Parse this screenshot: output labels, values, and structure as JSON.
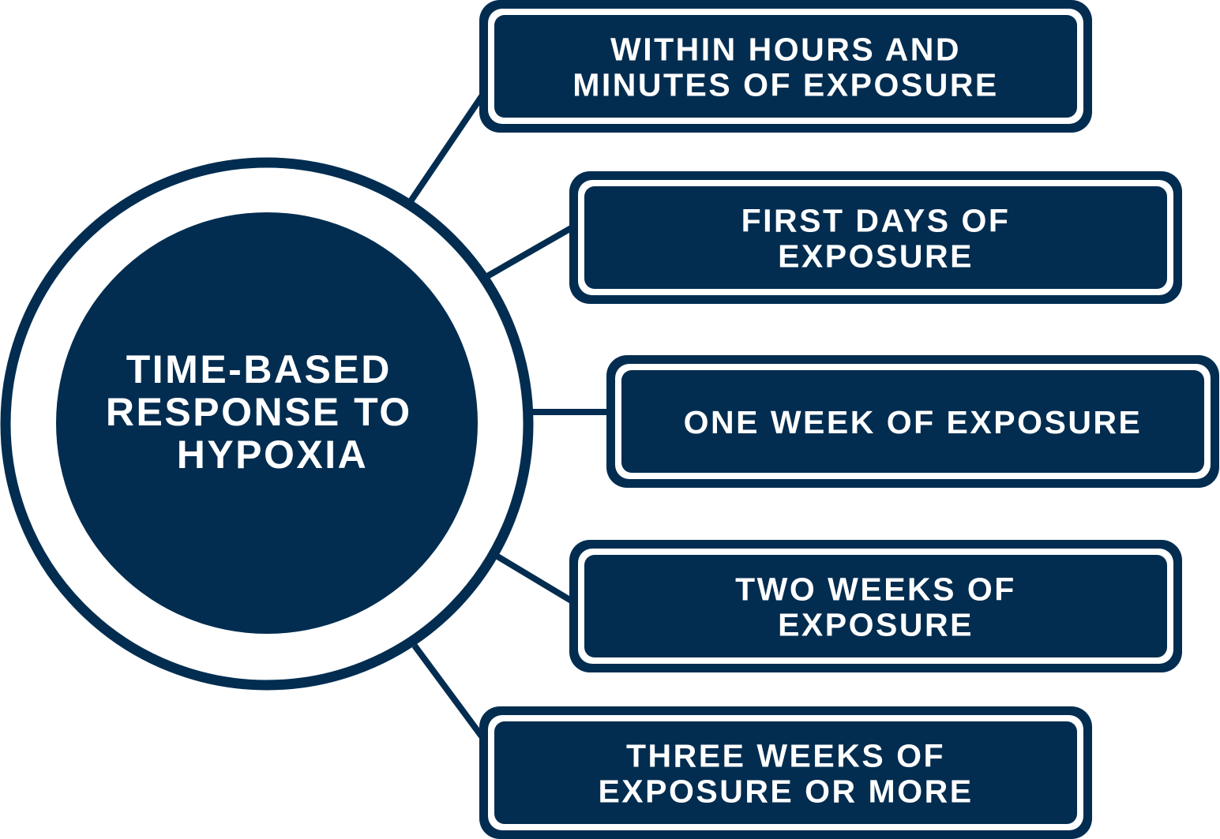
{
  "center": {
    "lines": [
      "TIME-BASED",
      "RESPONSE TO",
      "HYPOXIA"
    ]
  },
  "stages": [
    {
      "lines": [
        "WITHIN HOURS AND",
        "MINUTES OF EXPOSURE"
      ]
    },
    {
      "lines": [
        "FIRST DAYS OF",
        "EXPOSURE"
      ]
    },
    {
      "lines": [
        "ONE WEEK OF EXPOSURE"
      ]
    },
    {
      "lines": [
        "TWO WEEKS OF",
        "EXPOSURE"
      ]
    },
    {
      "lines": [
        "THREE WEEKS OF",
        "EXPOSURE OR MORE"
      ]
    }
  ],
  "colors": {
    "navy": "#022d50",
    "white": "#ffffff"
  }
}
